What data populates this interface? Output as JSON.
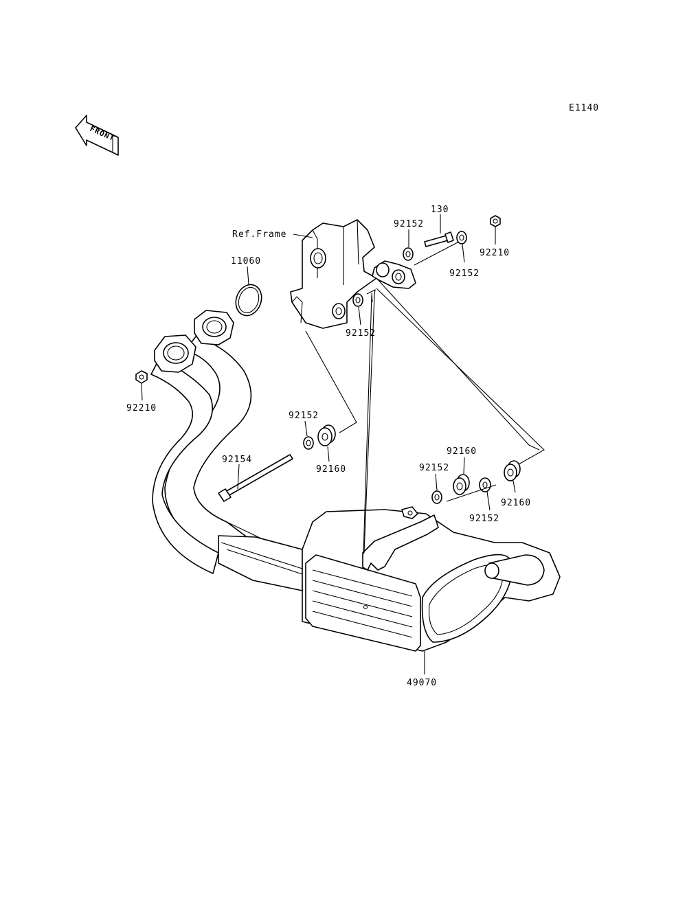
{
  "diagram_code": "E1140",
  "front_marker": "FRONT",
  "ref_frame_label": "Ref.Frame",
  "parts": {
    "p11060": "11060",
    "p92210_left": "92210",
    "p92210_right": "92210",
    "p130": "130",
    "p92152_top_left": "92152",
    "p92152_top_right": "92152",
    "p92152_bracket": "92152",
    "p92152_left": "92152",
    "p92160_left": "92160",
    "p92154": "92154",
    "p92160_mid": "92160",
    "p92152_mid": "92152",
    "p92160_right": "92160",
    "p92152_right": "92152",
    "p49070": "49070"
  }
}
